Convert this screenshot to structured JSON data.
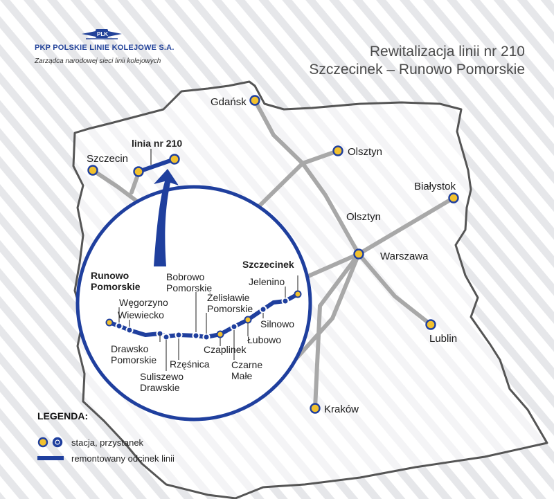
{
  "header": {
    "company": "PKP POLSKIE LINIE KOLEJOWE S.A.",
    "tagline": "Zarządca narodowej sieci linii kolejowych",
    "title_line1": "Rewitalizacja linii nr 210",
    "title_line2": "Szczecinek – Runowo Pomorskie"
  },
  "map": {
    "line_label": "linia nr 210",
    "cities": {
      "gdansk": "Gdańsk",
      "olsztyn_1": "Olsztyn",
      "olsztyn_2": "Olsztyn",
      "szczecin": "Szczecin",
      "bialystok": "Białystok",
      "warszawa": "Warszawa",
      "lublin": "Lublin",
      "krakow": "Kraków"
    }
  },
  "inset": {
    "stations": {
      "runowo": "Runowo Pomorskie",
      "wegorzyno": "Węgorzyno",
      "wiewiecko": "Wiewiecko",
      "drawsko": "Drawsko Pomorskie",
      "suliszewo": "Suliszewo Drawskie",
      "rzesnica": "Rzęśnica",
      "bobrowo": "Bobrowo Pomorskie",
      "czaplinek": "Czaplinek",
      "zelislawie": "Żelisławie Pomorskie",
      "czarne": "Czarne Małe",
      "lubowo": "Łubowo",
      "silnowo": "Silnowo",
      "jelenino": "Jelenino",
      "szczecinek": "Szczecinek"
    }
  },
  "legend": {
    "heading": "LEGENDA:",
    "stations_label": "stacja, przystanek",
    "line_label": "remontowany odcinek linii"
  },
  "colors": {
    "brand_blue": "#1f3f9e",
    "station_yellow": "#f2c12e",
    "rail_gray": "#a8a8a8",
    "outline": "#555555"
  }
}
